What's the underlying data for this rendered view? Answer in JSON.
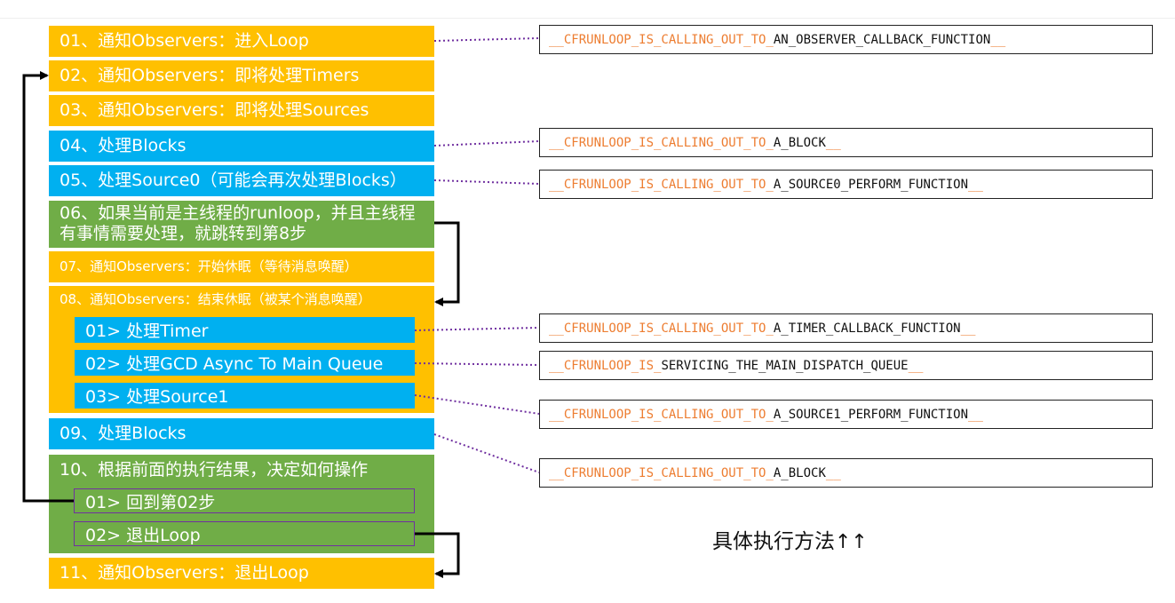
{
  "steps": {
    "s01": "01、通知Observers：进入Loop",
    "s02": "02、通知Observers：即将处理Timers",
    "s03": "03、通知Observers：即将处理Sources",
    "s04": "04、处理Blocks",
    "s05": "05、处理Source0（可能会再次处理Blocks）",
    "s06": "06、如果当前是主线程的runloop，并且主线程有事情需要处理，就跳转到第8步",
    "s07": "07、通知Observers：开始休眠（等待消息唤醒）",
    "s08": "08、通知Observers：结束休眠（被某个消息唤醒）",
    "s08_1": "01> 处理Timer",
    "s08_2": "02> 处理GCD Async To Main Queue",
    "s08_3": "03> 处理Source1",
    "s09": "09、处理Blocks",
    "s10": "10、根据前面的执行结果，决定如何操作",
    "s10_1": "01> 回到第02步",
    "s10_2": "02> 退出Loop",
    "s11": "11、通知Observers：退出Loop"
  },
  "functions": {
    "f1": {
      "prefix": "__CFRUNLOOP_IS_CALLING_OUT_TO_",
      "body": "AN_OBSERVER_CALLBACK_FUNCTION",
      "suffix": "__"
    },
    "f2": {
      "prefix": "__CFRUNLOOP_IS_CALLING_OUT_TO_",
      "body": "A_BLOCK",
      "suffix": "__"
    },
    "f3": {
      "prefix": "__CFRUNLOOP_IS_CALLING_OUT_TO_",
      "body": "A_SOURCE0_PERFORM_FUNCTION",
      "suffix": "__"
    },
    "f4": {
      "prefix": "__CFRUNLOOP_IS_CALLING_OUT_TO_",
      "body": "A_TIMER_CALLBACK_FUNCTION",
      "suffix": "__"
    },
    "f5": {
      "prefix": "__CFRUNLOOP_IS_",
      "body": "SERVICING_THE_MAIN_DISPATCH_QUEUE",
      "suffix": "__"
    },
    "f6": {
      "prefix": "__CFRUNLOOP_IS_CALLING_OUT_TO_",
      "body": "A_SOURCE1_PERFORM_FUNCTION",
      "suffix": "__"
    },
    "f7": {
      "prefix": "__CFRUNLOOP_IS_CALLING_OUT_TO_",
      "body": "A_BLOCK",
      "suffix": "__"
    }
  },
  "caption": "具体执行方法",
  "caption_arrows": "↑↑",
  "colors": {
    "yellow": "#FFC000",
    "blue": "#00B0F0",
    "green": "#70AD47",
    "prefix_orange": "#ED7D31",
    "dotted_purple": "#7030A0"
  }
}
